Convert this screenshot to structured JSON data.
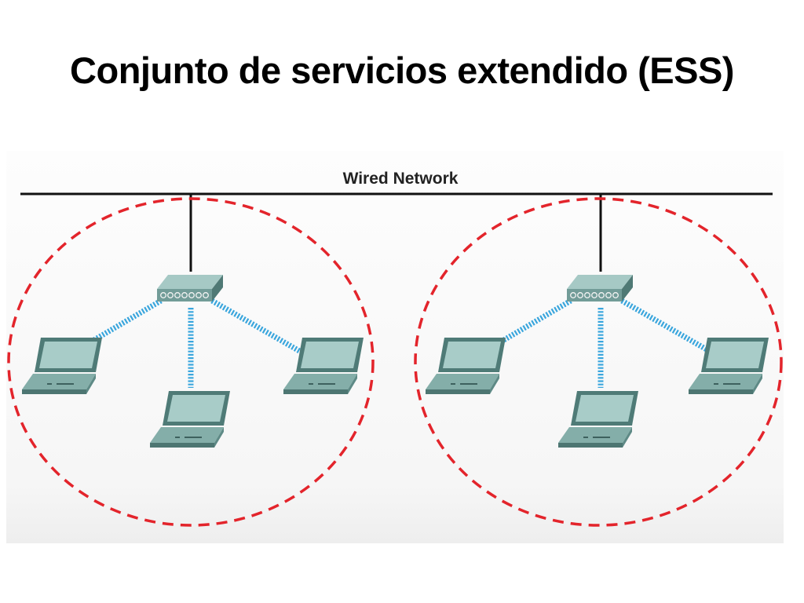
{
  "slide": {
    "title": "Conjunto de servicios extendido (ESS)"
  },
  "diagram": {
    "wired_network_label": "Wired Network",
    "colors": {
      "boundary": "#e3242b",
      "wire": "#111111",
      "wireless_link": "#3aa6dd",
      "device_body": "#7fa9a5"
    },
    "basic_service_sets": [
      {
        "access_point": "access-point",
        "clients": [
          "laptop",
          "laptop",
          "laptop"
        ]
      },
      {
        "access_point": "access-point",
        "clients": [
          "laptop",
          "laptop",
          "laptop"
        ]
      }
    ]
  }
}
